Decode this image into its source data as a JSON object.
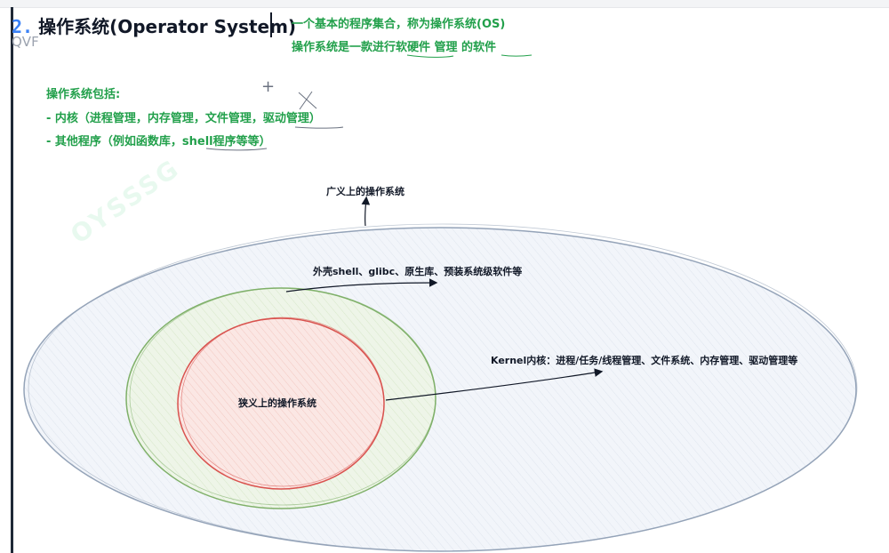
{
  "header": {
    "section_number": "2.",
    "title": "操作系统(Operator System)",
    "faded_text": "QVF"
  },
  "definition": {
    "line1": "一个基本的程序集合，称为操作系统(OS)",
    "line2": "操作系统是一款进行软硬件 管理 的软件"
  },
  "includes": {
    "heading": "操作系统包括:",
    "item1": "- 内核（进程管理，内存管理，文件管理，驱动管理）",
    "item2": "- 其他程序（例如函数库，shell程序等等）"
  },
  "watermark": "OYSSSG",
  "diagram": {
    "outer_label": "广义上的操作系统",
    "shell_label": "外壳shell、glibc、原生库、预装系统级软件等",
    "kernel_label": "Kernel内核：进程/任务/线程管理、文件系统、内存管理、驱动管理等",
    "inner_label": "狭义上的操作系统",
    "colors": {
      "outer_stroke": "#94a3b8",
      "outer_fill": "#f2f5fa",
      "middle_stroke": "#7fb069",
      "middle_fill": "#eef5e8",
      "inner_stroke": "#d9534f",
      "inner_fill": "#fbe7e4",
      "green_text": "#22a04b",
      "title_number": "#3b82f6"
    }
  }
}
